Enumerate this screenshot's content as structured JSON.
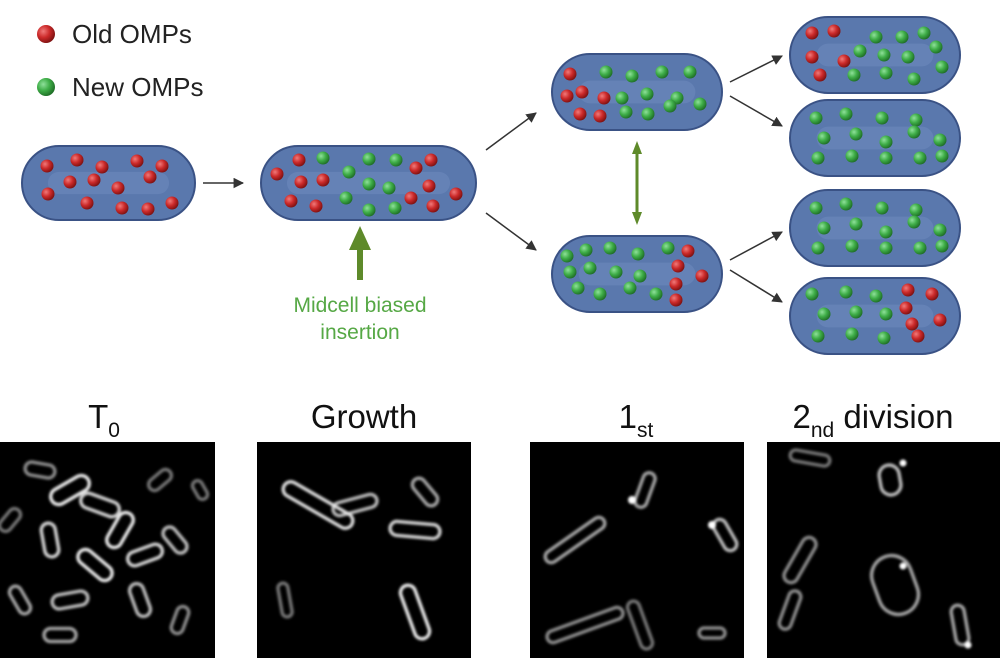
{
  "legend": [
    {
      "label": "Old OMPs",
      "color": "#cc2a2a"
    },
    {
      "label": "New OMPs",
      "color": "#3fae48"
    }
  ],
  "annotation": {
    "line1": "Midcell biased",
    "line2": "insertion",
    "color": "#56a845"
  },
  "panels": [
    {
      "main": "T",
      "sub": "0",
      "tail": ""
    },
    {
      "main": "Growth",
      "sub": "",
      "tail": ""
    },
    {
      "main": "1",
      "sub": "st",
      "tail": ""
    },
    {
      "main": "2",
      "sub": "nd",
      "tail": " division"
    }
  ],
  "colors": {
    "cell_fill": "#5a78ad",
    "cell_stroke": "#3a5285",
    "arrow_green": "#5e8a2a",
    "arrow_black": "#333333"
  }
}
